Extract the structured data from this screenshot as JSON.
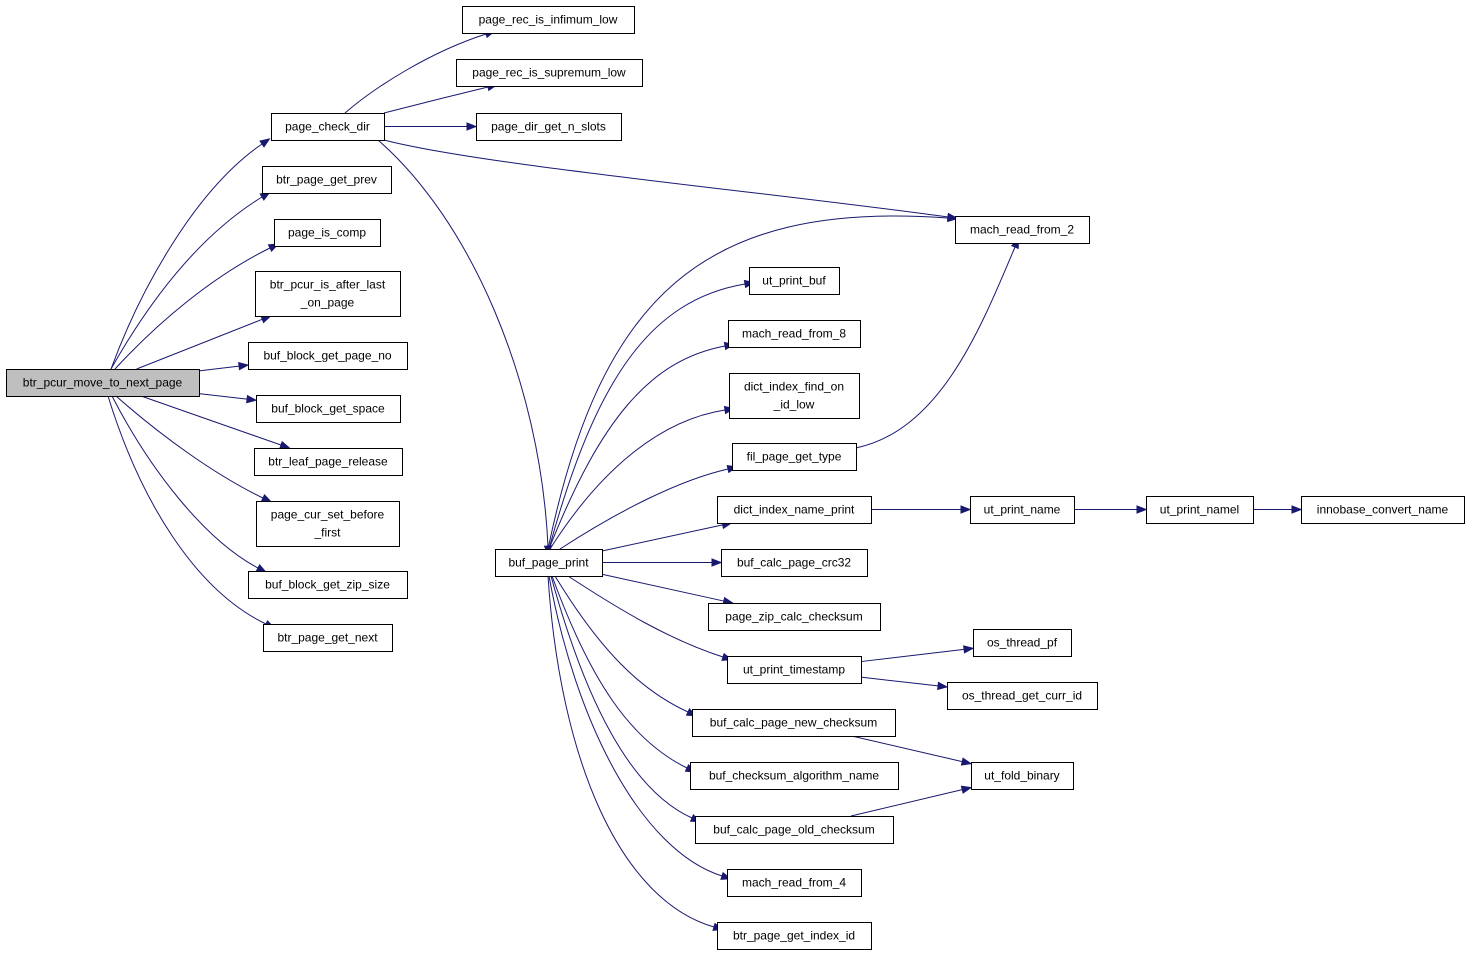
{
  "nodes": [
    {
      "id": "btr_pcur_move_to_next_page",
      "lines": [
        "btr_pcur_move_to_next_page"
      ],
      "root": true
    },
    {
      "id": "page_check_dir",
      "lines": [
        "page_check_dir"
      ]
    },
    {
      "id": "btr_page_get_prev",
      "lines": [
        "btr_page_get_prev"
      ]
    },
    {
      "id": "page_is_comp",
      "lines": [
        "page_is_comp"
      ]
    },
    {
      "id": "btr_pcur_is_after_last_on_page",
      "lines": [
        "btr_pcur_is_after_last",
        "_on_page"
      ]
    },
    {
      "id": "buf_block_get_page_no",
      "lines": [
        "buf_block_get_page_no"
      ]
    },
    {
      "id": "buf_block_get_space",
      "lines": [
        "buf_block_get_space"
      ]
    },
    {
      "id": "btr_leaf_page_release",
      "lines": [
        "btr_leaf_page_release"
      ]
    },
    {
      "id": "page_cur_set_before_first",
      "lines": [
        "page_cur_set_before",
        "_first"
      ]
    },
    {
      "id": "buf_block_get_zip_size",
      "lines": [
        "buf_block_get_zip_size"
      ]
    },
    {
      "id": "btr_page_get_next",
      "lines": [
        "btr_page_get_next"
      ]
    },
    {
      "id": "page_rec_is_infimum_low",
      "lines": [
        "page_rec_is_infimum_low"
      ]
    },
    {
      "id": "page_rec_is_supremum_low",
      "lines": [
        "page_rec_is_supremum_low"
      ]
    },
    {
      "id": "page_dir_get_n_slots",
      "lines": [
        "page_dir_get_n_slots"
      ]
    },
    {
      "id": "mach_read_from_2",
      "lines": [
        "mach_read_from_2"
      ]
    },
    {
      "id": "buf_page_print",
      "lines": [
        "buf_page_print"
      ]
    },
    {
      "id": "ut_print_buf",
      "lines": [
        "ut_print_buf"
      ]
    },
    {
      "id": "mach_read_from_8",
      "lines": [
        "mach_read_from_8"
      ]
    },
    {
      "id": "dict_index_find_on_id_low",
      "lines": [
        "dict_index_find_on",
        "_id_low"
      ]
    },
    {
      "id": "fil_page_get_type",
      "lines": [
        "fil_page_get_type"
      ]
    },
    {
      "id": "dict_index_name_print",
      "lines": [
        "dict_index_name_print"
      ]
    },
    {
      "id": "buf_calc_page_crc32",
      "lines": [
        "buf_calc_page_crc32"
      ]
    },
    {
      "id": "page_zip_calc_checksum",
      "lines": [
        "page_zip_calc_checksum"
      ]
    },
    {
      "id": "ut_print_timestamp",
      "lines": [
        "ut_print_timestamp"
      ]
    },
    {
      "id": "buf_calc_page_new_checksum",
      "lines": [
        "buf_calc_page_new_checksum"
      ]
    },
    {
      "id": "buf_checksum_algorithm_name",
      "lines": [
        "buf_checksum_algorithm_name"
      ]
    },
    {
      "id": "buf_calc_page_old_checksum",
      "lines": [
        "buf_calc_page_old_checksum"
      ]
    },
    {
      "id": "mach_read_from_4",
      "lines": [
        "mach_read_from_4"
      ]
    },
    {
      "id": "btr_page_get_index_id",
      "lines": [
        "btr_page_get_index_id"
      ]
    },
    {
      "id": "ut_print_name",
      "lines": [
        "ut_print_name"
      ]
    },
    {
      "id": "ut_print_namel",
      "lines": [
        "ut_print_namel"
      ]
    },
    {
      "id": "innobase_convert_name",
      "lines": [
        "innobase_convert_name"
      ]
    },
    {
      "id": "os_thread_pf",
      "lines": [
        "os_thread_pf"
      ]
    },
    {
      "id": "os_thread_get_curr_id",
      "lines": [
        "os_thread_get_curr_id"
      ]
    },
    {
      "id": "ut_fold_binary",
      "lines": [
        "ut_fold_binary"
      ]
    }
  ],
  "edges": [
    [
      "btr_pcur_move_to_next_page",
      "page_check_dir"
    ],
    [
      "btr_pcur_move_to_next_page",
      "btr_page_get_prev"
    ],
    [
      "btr_pcur_move_to_next_page",
      "page_is_comp"
    ],
    [
      "btr_pcur_move_to_next_page",
      "btr_pcur_is_after_last_on_page"
    ],
    [
      "btr_pcur_move_to_next_page",
      "buf_block_get_page_no"
    ],
    [
      "btr_pcur_move_to_next_page",
      "buf_block_get_space"
    ],
    [
      "btr_pcur_move_to_next_page",
      "btr_leaf_page_release"
    ],
    [
      "btr_pcur_move_to_next_page",
      "page_cur_set_before_first"
    ],
    [
      "btr_pcur_move_to_next_page",
      "buf_block_get_zip_size"
    ],
    [
      "btr_pcur_move_to_next_page",
      "btr_page_get_next"
    ],
    [
      "page_check_dir",
      "page_rec_is_infimum_low"
    ],
    [
      "page_check_dir",
      "page_rec_is_supremum_low"
    ],
    [
      "page_check_dir",
      "page_dir_get_n_slots"
    ],
    [
      "page_check_dir",
      "mach_read_from_2"
    ],
    [
      "page_check_dir",
      "buf_page_print"
    ],
    [
      "buf_page_print",
      "mach_read_from_2"
    ],
    [
      "buf_page_print",
      "ut_print_buf"
    ],
    [
      "buf_page_print",
      "mach_read_from_8"
    ],
    [
      "buf_page_print",
      "dict_index_find_on_id_low"
    ],
    [
      "buf_page_print",
      "fil_page_get_type"
    ],
    [
      "buf_page_print",
      "dict_index_name_print"
    ],
    [
      "buf_page_print",
      "buf_calc_page_crc32"
    ],
    [
      "buf_page_print",
      "page_zip_calc_checksum"
    ],
    [
      "buf_page_print",
      "ut_print_timestamp"
    ],
    [
      "buf_page_print",
      "buf_calc_page_new_checksum"
    ],
    [
      "buf_page_print",
      "buf_checksum_algorithm_name"
    ],
    [
      "buf_page_print",
      "buf_calc_page_old_checksum"
    ],
    [
      "buf_page_print",
      "mach_read_from_4"
    ],
    [
      "buf_page_print",
      "btr_page_get_index_id"
    ],
    [
      "fil_page_get_type",
      "mach_read_from_2"
    ],
    [
      "dict_index_name_print",
      "ut_print_name"
    ],
    [
      "ut_print_name",
      "ut_print_namel"
    ],
    [
      "ut_print_namel",
      "innobase_convert_name"
    ],
    [
      "ut_print_timestamp",
      "os_thread_pf"
    ],
    [
      "ut_print_timestamp",
      "os_thread_get_curr_id"
    ],
    [
      "buf_calc_page_new_checksum",
      "ut_fold_binary"
    ],
    [
      "buf_calc_page_old_checksum",
      "ut_fold_binary"
    ]
  ]
}
